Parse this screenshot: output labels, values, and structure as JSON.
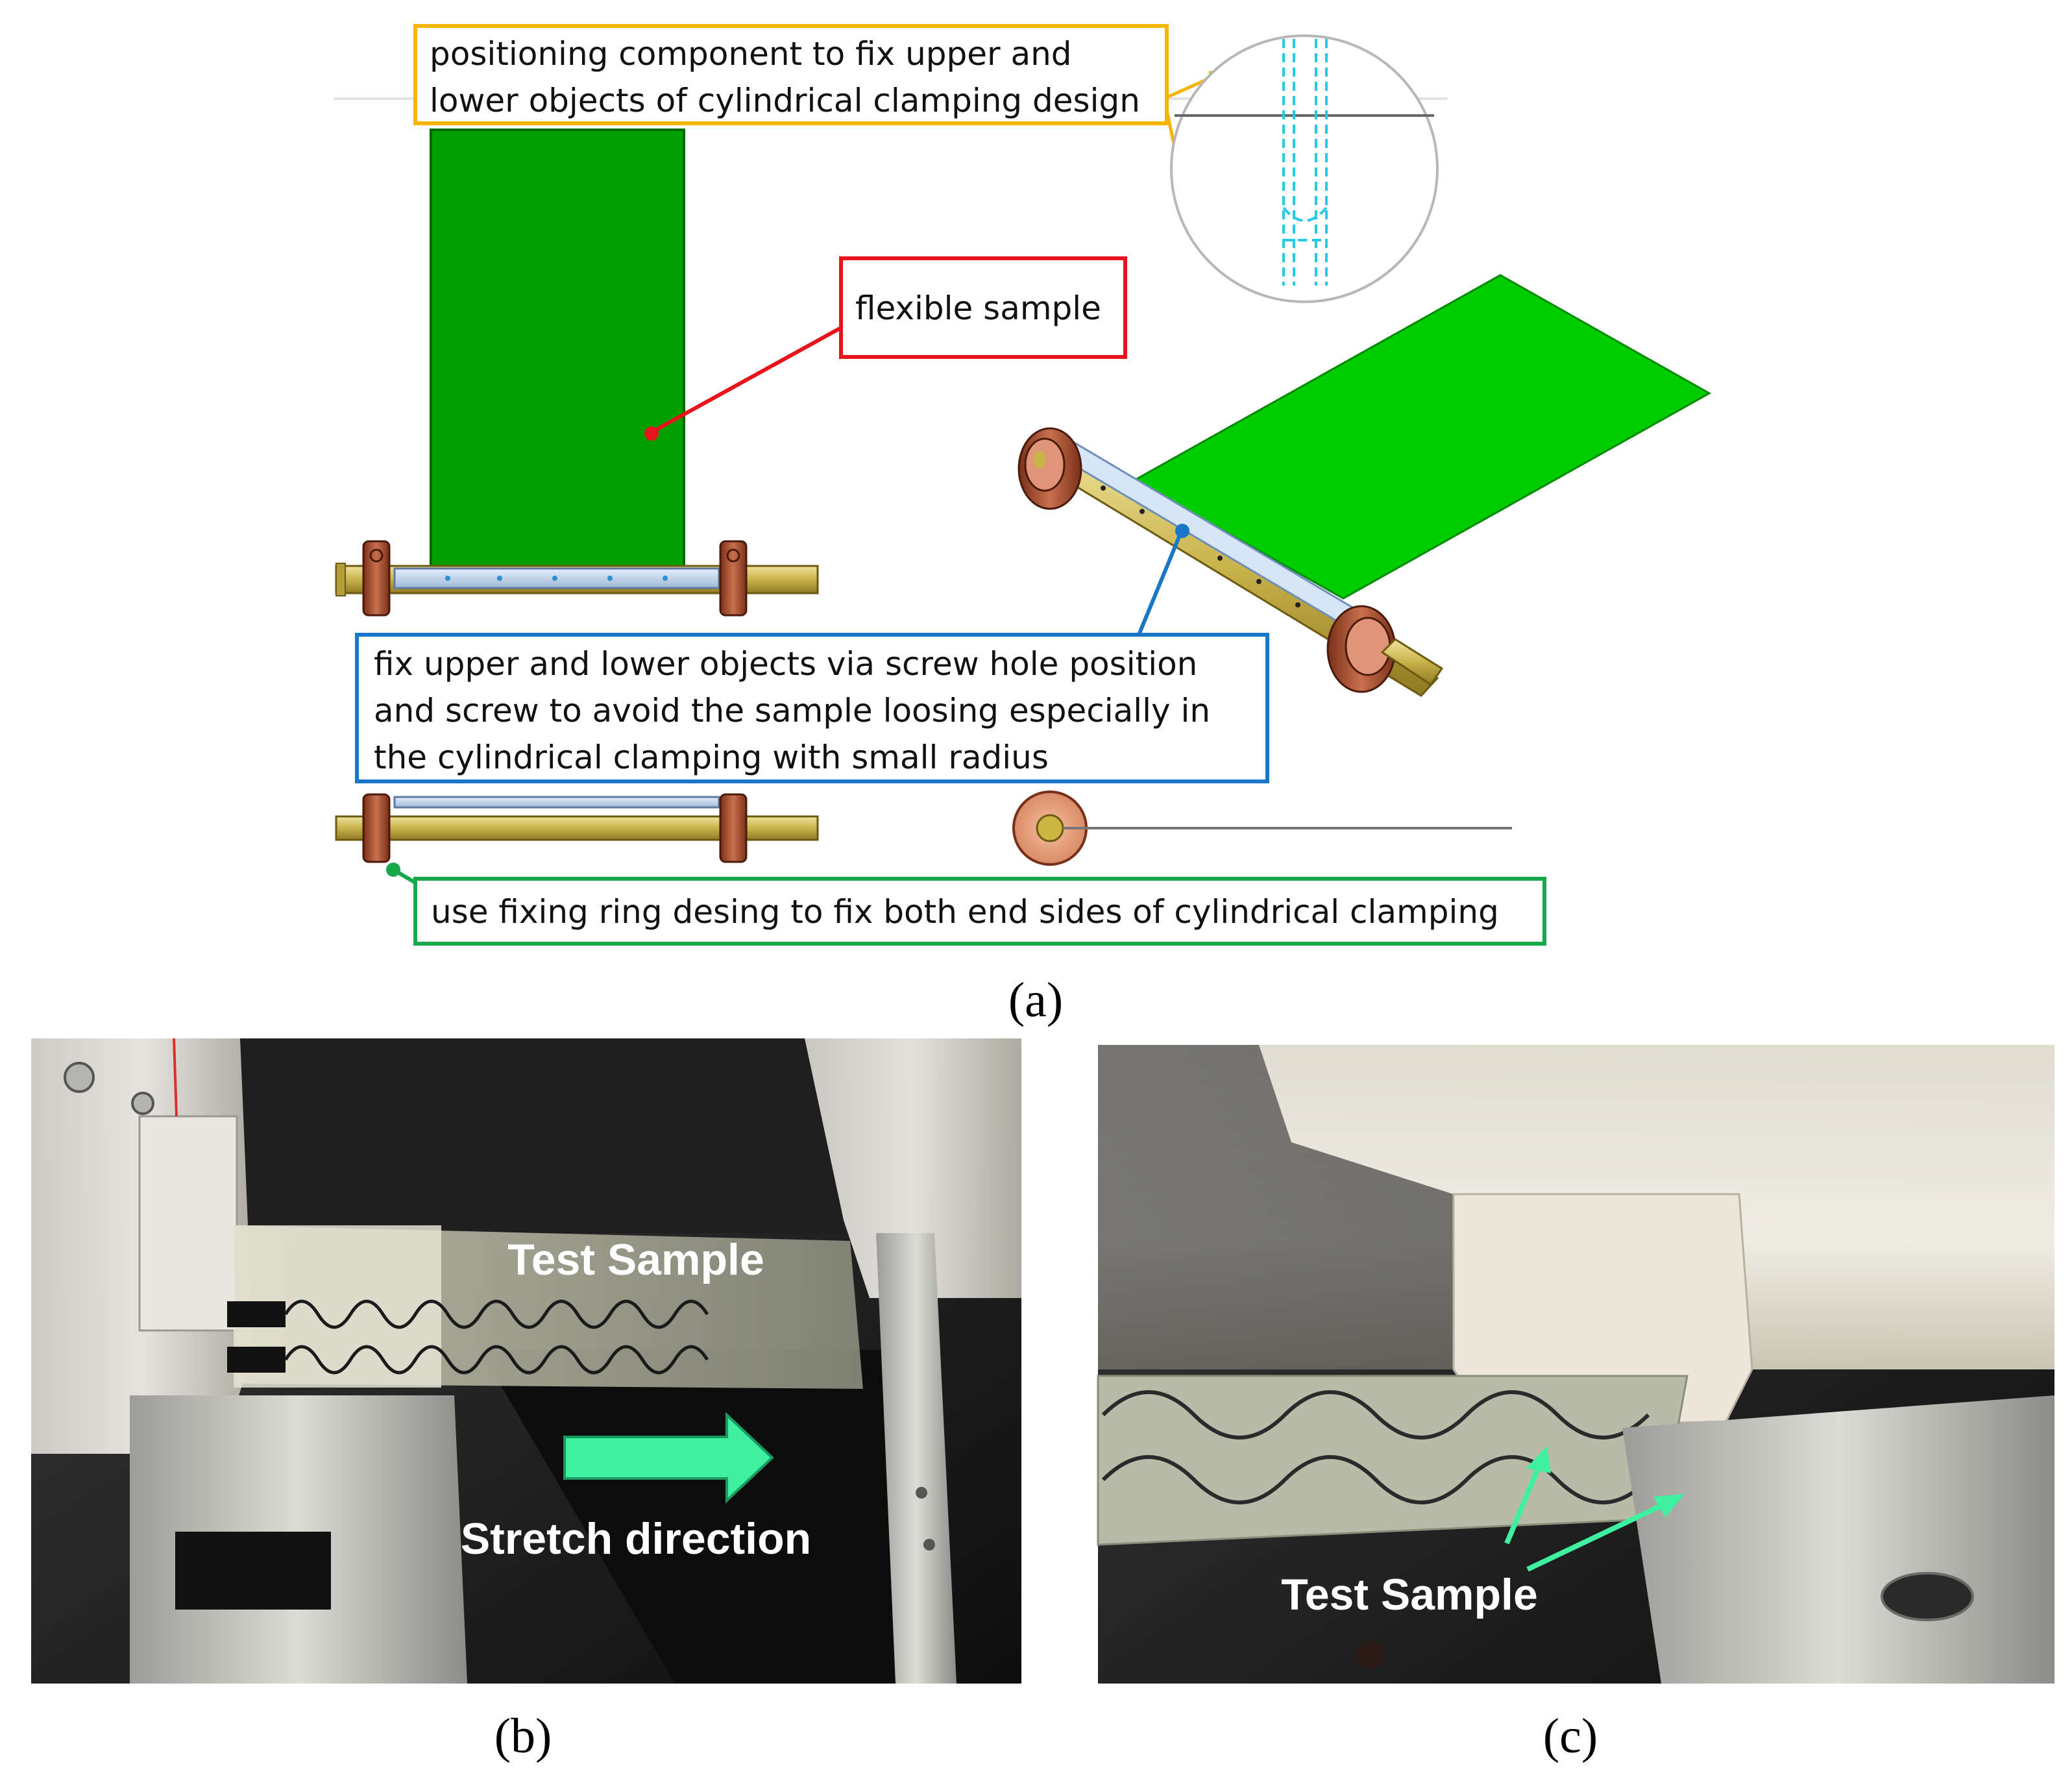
{
  "panels": {
    "a": {
      "label": "(a)",
      "callouts": {
        "positioning": [
          "positioning component to fix upper and",
          "lower objects of cylindrical clamping design"
        ],
        "flexible": [
          "flexible sample"
        ],
        "screw": [
          "fix upper and lower objects via screw hole position",
          "and screw to avoid the sample loosing especially in",
          "the cylindrical clamping with small radius"
        ],
        "ring": [
          "use fixing ring desing to fix both end sides of cylindrical clamping"
        ]
      }
    },
    "b": {
      "label": "(b)",
      "test_sample": "Test Sample",
      "stretch_direction": "Stretch direction"
    },
    "c": {
      "label": "(c)",
      "test_sample": "Test Sample"
    }
  },
  "colors": {
    "positioning": "#f5b400",
    "flexible": "#e8141c",
    "screw": "#1a76c6",
    "ring": "#16a84a",
    "sample_green": "#00a800",
    "sample_green_bright": "#00cc00",
    "arrow_green": "#3ef0a0"
  }
}
